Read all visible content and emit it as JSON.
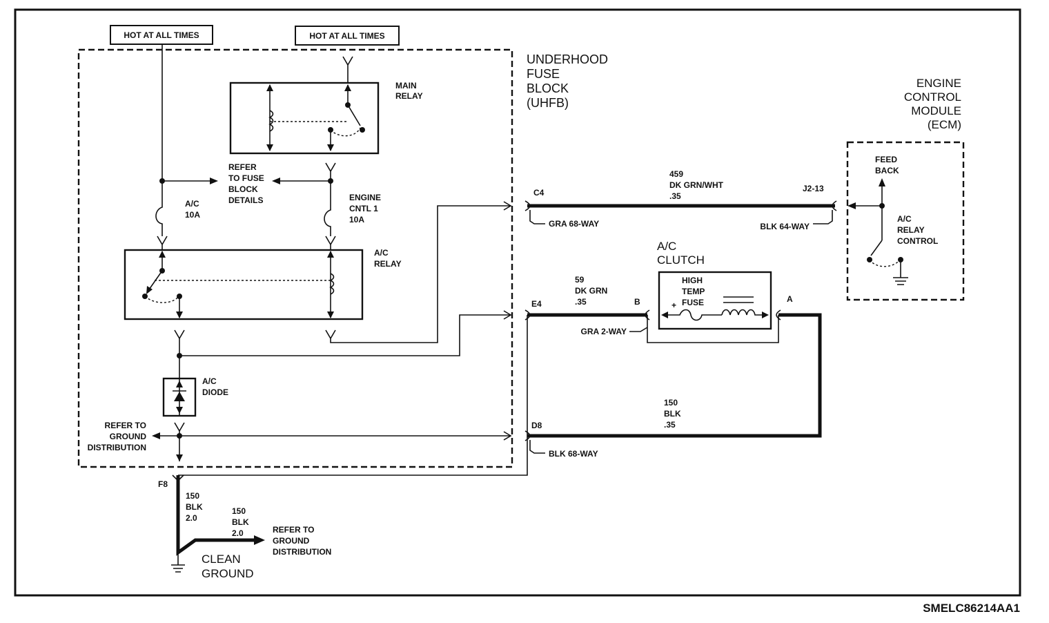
{
  "diagram_id": "SMELC86214AA1",
  "fuse_block": {
    "name": "UNDERHOOD",
    "line2": "FUSE",
    "line3": "BLOCK",
    "line4": "(UHFB)"
  },
  "hot_labels": [
    "HOT AT ALL TIMES",
    "HOT AT ALL TIMES"
  ],
  "main_relay": [
    "MAIN",
    "RELAY"
  ],
  "refer_fuse": [
    "REFER",
    "TO FUSE",
    "BLOCK",
    "DETAILS"
  ],
  "fuse_ac": [
    "A/C",
    "10A"
  ],
  "fuse_engine": [
    "ENGINE",
    "CNTL 1",
    "10A"
  ],
  "ac_relay": [
    "A/C",
    "RELAY"
  ],
  "ac_diode": [
    "A/C",
    "DIODE"
  ],
  "refer_ground_1": [
    "REFER TO",
    "GROUND",
    "DISTRIBUTION"
  ],
  "refer_ground_2": [
    "REFER TO",
    "GROUND",
    "DISTRIBUTION"
  ],
  "ecm": [
    "ENGINE",
    "CONTROL",
    "MODULE",
    "(ECM)"
  ],
  "ecm_feedback": [
    "FEED",
    "BACK"
  ],
  "ecm_relay_control": [
    "A/C",
    "RELAY",
    "CONTROL"
  ],
  "ac_clutch": [
    "A/C",
    "CLUTCH"
  ],
  "high_temp_fuse": [
    "HIGH",
    "TEMP",
    "FUSE"
  ],
  "plus_sign": "+",
  "wire_459": [
    "459",
    "DK GRN/WHT",
    ".35"
  ],
  "wire_59": [
    "59",
    "DK GRN",
    ".35"
  ],
  "wire_150_d8": [
    "150",
    "BLK",
    ".35"
  ],
  "wire_150_f8": [
    "150",
    "BLK",
    "2.0"
  ],
  "wire_150_ground": [
    "150",
    "BLK",
    "2.0"
  ],
  "connectors": {
    "c4": "C4",
    "e4": "E4",
    "d8": "D8",
    "f8": "F8",
    "j213": "J2-13",
    "b": "B",
    "a": "A",
    "gra68": "GRA 68-WAY",
    "blk64": "BLK 64-WAY",
    "gra2": "GRA 2-WAY",
    "blk68": "BLK 68-WAY"
  },
  "clean_ground": [
    "CLEAN",
    "GROUND"
  ]
}
